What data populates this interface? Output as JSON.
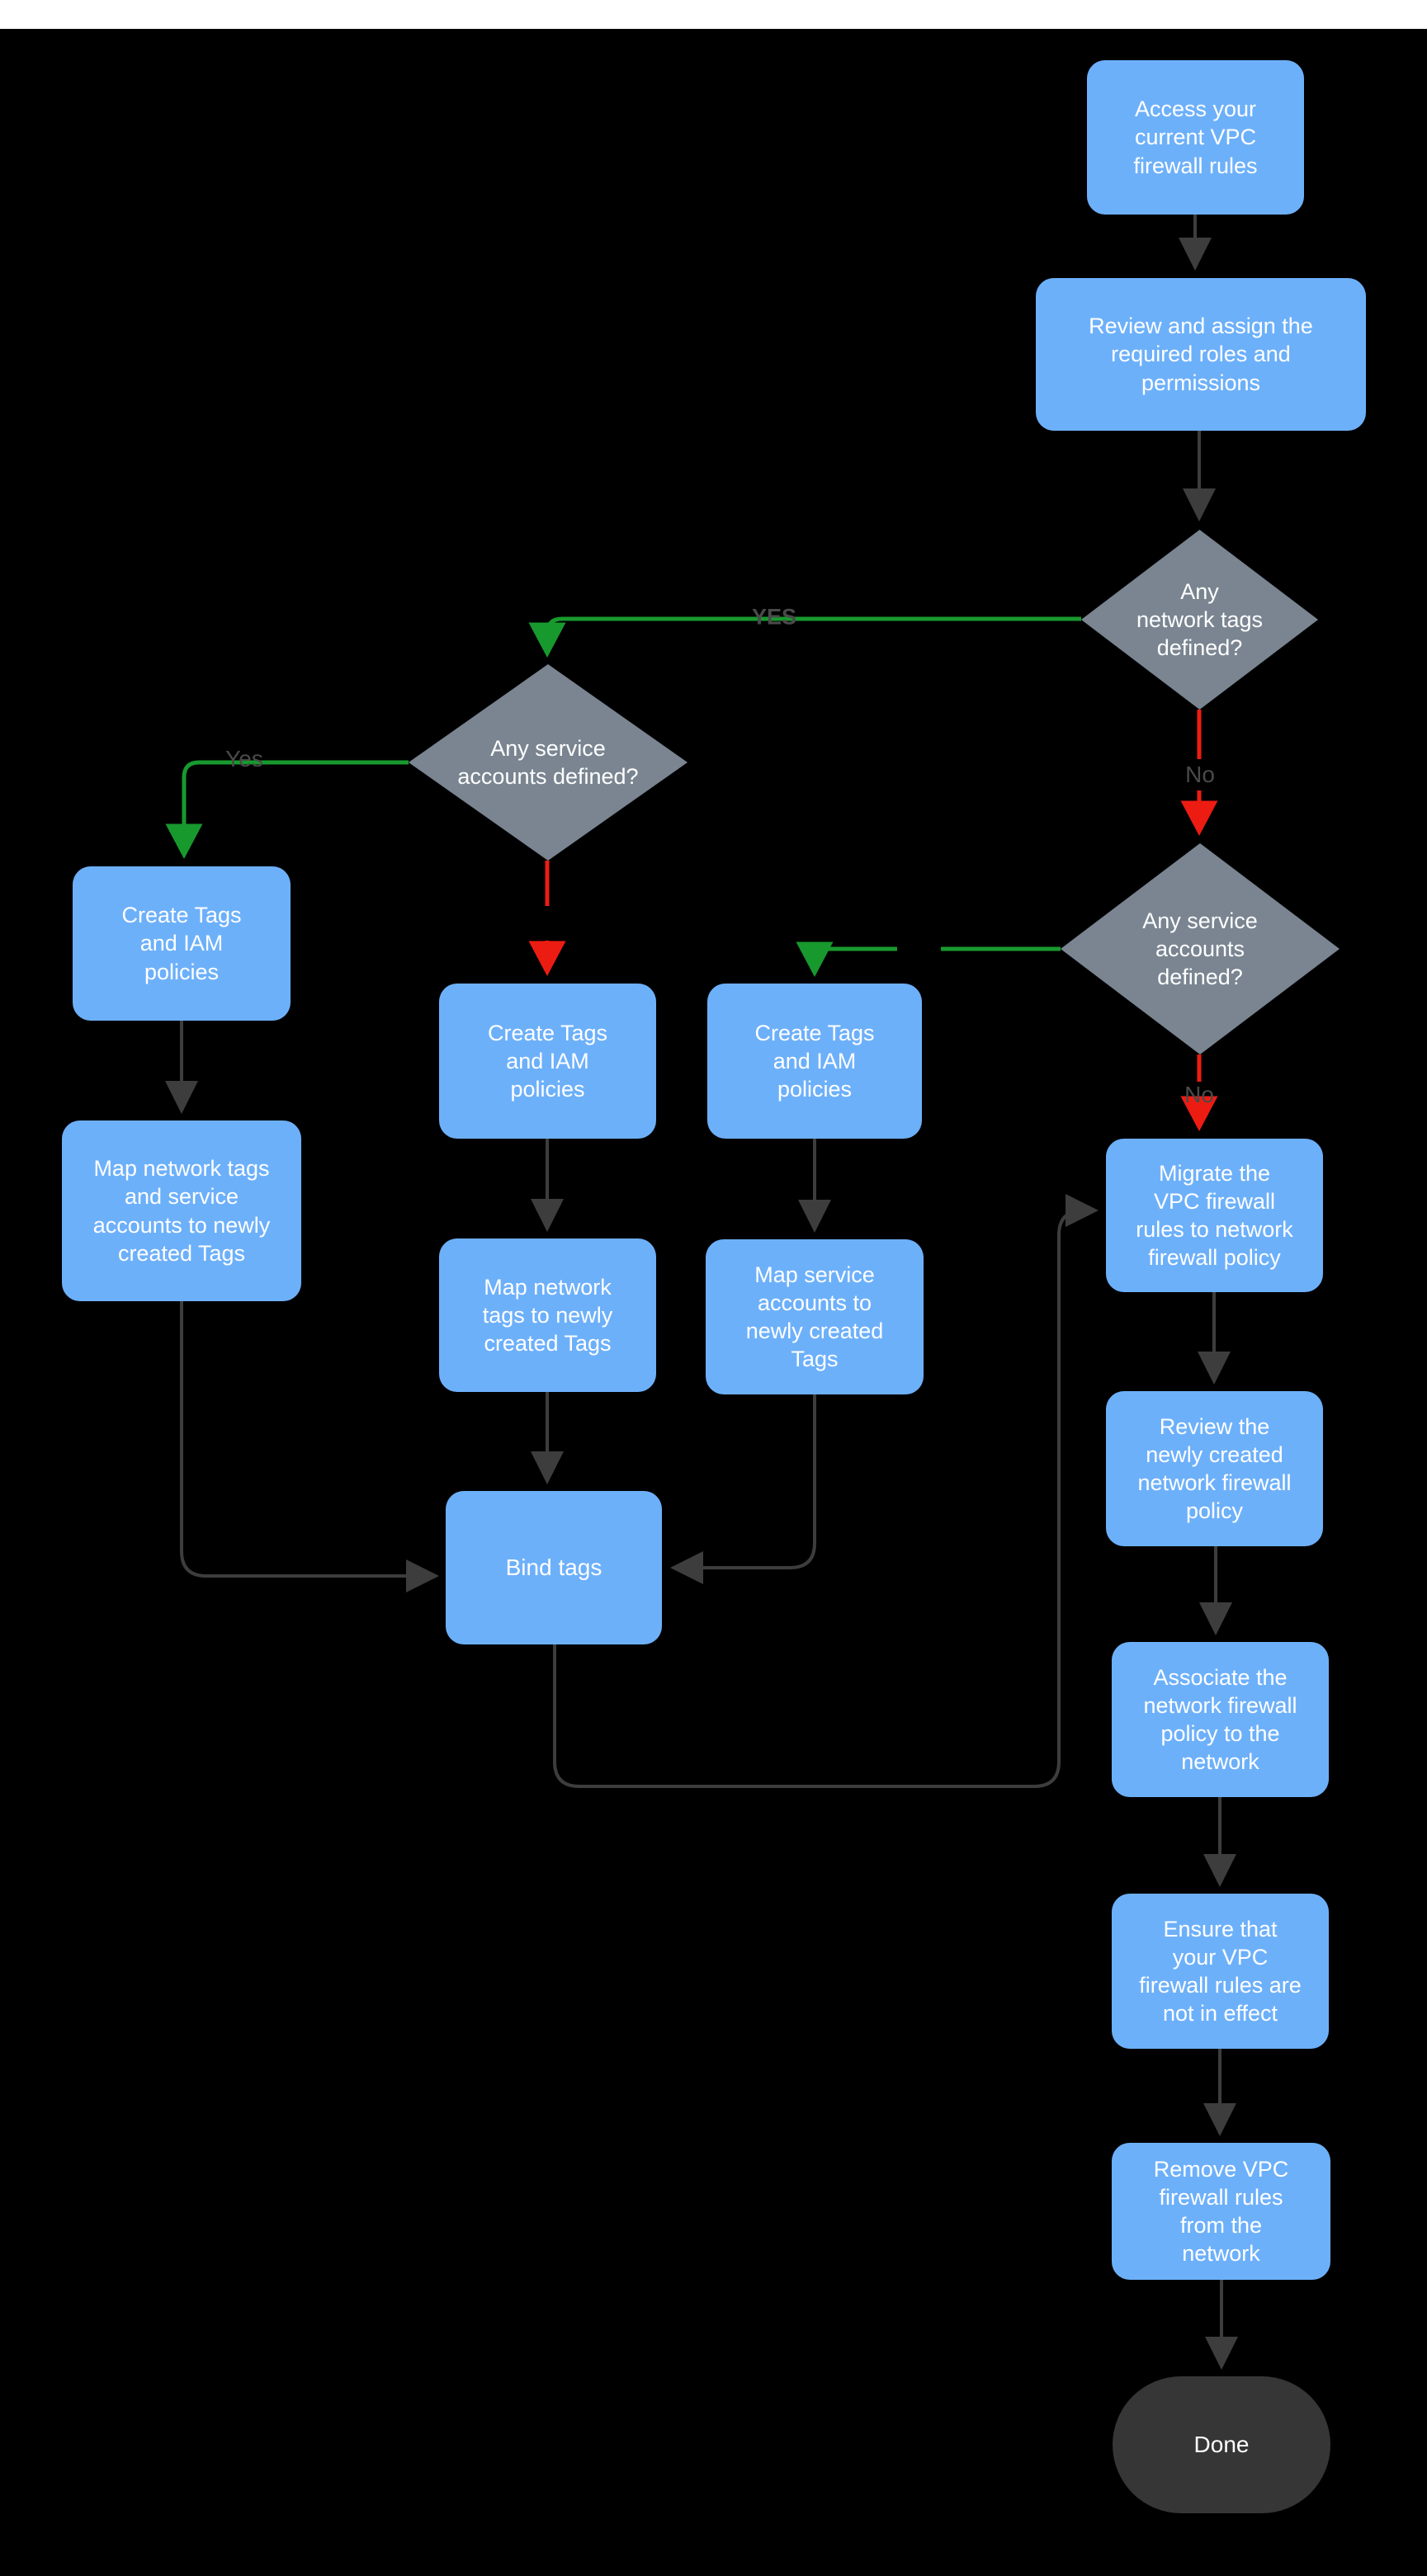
{
  "diagram": {
    "type": "flowchart",
    "colors": {
      "background": "#000000",
      "top_bar": "#ffffff",
      "process_fill": "#6db0fa",
      "decision_fill": "#7a8591",
      "terminal_fill": "#363636",
      "flow_edge": "#3d3d3d",
      "yes_edge": "#18992e",
      "no_edge": "#ec1c13",
      "edge_label_text": "#4a4a4a",
      "node_text": "#ffffff"
    },
    "nodes": {
      "access": {
        "type": "process",
        "label": "Access your\ncurrent VPC\nfirewall rules"
      },
      "review_assign": {
        "type": "process",
        "label": "Review and assign the\nrequired roles and\npermissions"
      },
      "any_network_tags": {
        "type": "decision",
        "label": "Any\nnetwork tags\ndefined?"
      },
      "any_service_accounts_left": {
        "type": "decision",
        "label": "Any service\naccounts defined?"
      },
      "any_service_accounts_right": {
        "type": "decision",
        "label": "Any service\naccounts\ndefined?"
      },
      "create_tags_left": {
        "type": "process",
        "label": "Create Tags\nand IAM\npolicies"
      },
      "create_tags_mid": {
        "type": "process",
        "label": "Create Tags\nand IAM\npolicies"
      },
      "create_tags_right": {
        "type": "process",
        "label": "Create Tags\nand IAM\npolicies"
      },
      "map_tags_and_accounts": {
        "type": "process",
        "label": "Map network tags\nand service\naccounts to newly\ncreated Tags"
      },
      "map_network_tags": {
        "type": "process",
        "label": "Map network\ntags to newly\ncreated Tags"
      },
      "map_service_accounts": {
        "type": "process",
        "label": "Map service\naccounts  to\nnewly created\nTags"
      },
      "bind_tags": {
        "type": "process",
        "label": "Bind tags"
      },
      "migrate": {
        "type": "process",
        "label": "Migrate the\nVPC firewall\nrules to network\nfirewall policy"
      },
      "review_policy": {
        "type": "process",
        "label": "Review the\nnewly created\nnetwork firewall\npolicy"
      },
      "associate": {
        "type": "process",
        "label": "Associate the\nnetwork firewall\npolicy to the\nnetwork"
      },
      "ensure": {
        "type": "process",
        "label": "Ensure that\nyour VPC\nfirewall rules are\nnot in effect"
      },
      "remove": {
        "type": "process",
        "label": "Remove  VPC\nfirewall rules\nfrom the\nnetwork"
      },
      "done": {
        "type": "terminal",
        "label": "Done"
      }
    },
    "edge_labels": {
      "yes_caps": "YES",
      "yes": "Yes",
      "no_network_tags": "No",
      "no_service_accounts": "No"
    }
  }
}
